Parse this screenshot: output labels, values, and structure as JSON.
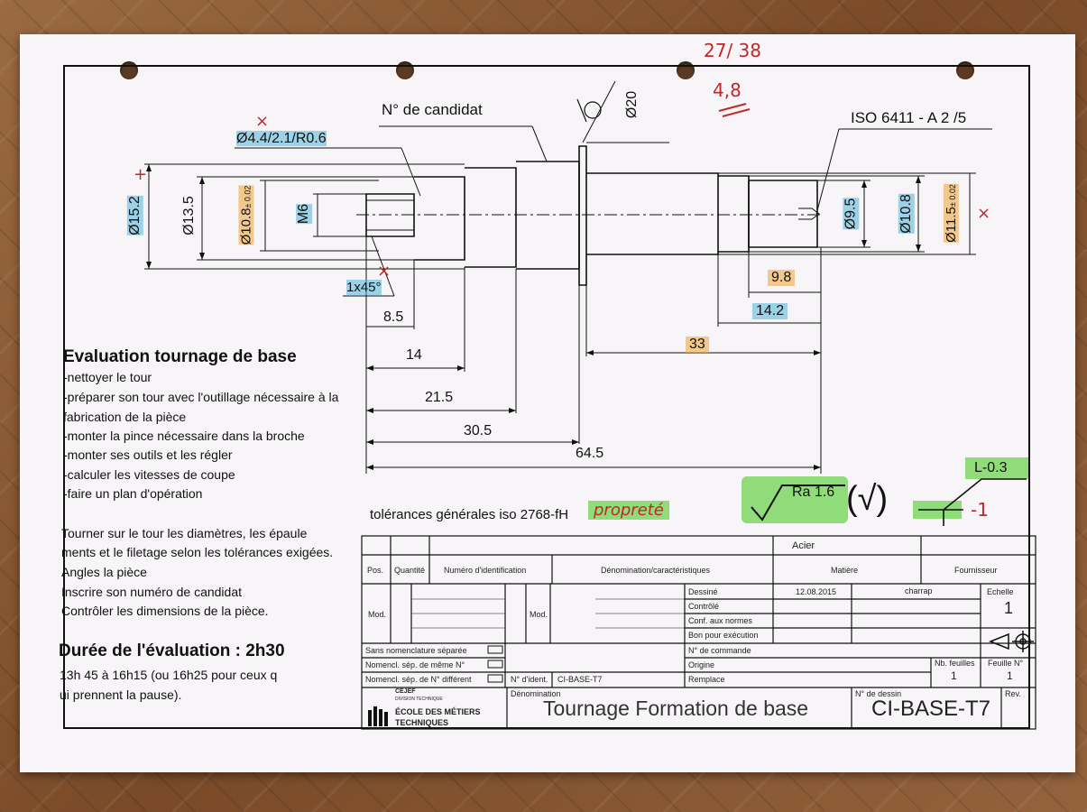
{
  "grade": {
    "score": "27/ 38",
    "mark": "4,8"
  },
  "drawing": {
    "candidate_label": "N° de candidat",
    "iso_label": "ISO 6411 - A 2 /5",
    "dia20": "Ø20",
    "hole_spec": "Ø4.4/2.1/R0.6",
    "dims_left": {
      "d152": "Ø15.2",
      "d135": "Ø13.5",
      "d108": "Ø10.8",
      "tol": "± 0.02",
      "m6": "M6"
    },
    "dims_right": {
      "d95": "Ø9.5",
      "d108": "Ø10.8",
      "d115": "Ø11.5",
      "tol": "± 0.02"
    },
    "chamfer": "1x45°",
    "lengths": {
      "l85": "8.5",
      "l14": "14",
      "l215": "21.5",
      "l305": "30.5",
      "l645": "64.5",
      "l33": "33",
      "l142": "14.2",
      "l98": "9.8"
    },
    "marks": {
      "x": "×",
      "plus": "+"
    },
    "tolerances": "tolérances générales iso 2768-fH",
    "proprete": "propreté",
    "roughness": "Ra 1.6",
    "roughness_paren": "(√)",
    "geo_tol": "L-0.3",
    "minus1": "-1"
  },
  "instructions": {
    "title": "Evaluation tournage de base",
    "items": [
      "-nettoyer le tour",
      "-préparer son tour avec l'outillage nécessaire à la",
      "fabrication de la pièce",
      "-monter la pince nécessaire dans la broche",
      "-monter ses outils et les régler",
      "-calculer les vitesses de coupe",
      "-faire un plan d'opération"
    ],
    "para": [
      "Tourner sur le tour les diamètres, les épaule",
      "ments et le filetage selon les tolérances exigées.",
      "Angles la pièce",
      "Inscrire son numéro de candidat",
      "Contrôler les dimensions de la pièce."
    ],
    "duration_title": "Durée de l'évaluation : 2h30",
    "duration_lines": [
      "13h 45 à 16h15 (ou 16h25 pour ceux q",
      "ui prennent la pause)."
    ]
  },
  "title_block": {
    "material": "Acier",
    "headers": {
      "pos": "Pos.",
      "qty": "Quantité",
      "ident": "Numéro d'identification",
      "denom": "Dénomination/caractéristiques",
      "matiere": "Matière",
      "fournisseur": "Fournisseur"
    },
    "mod": "Mod.",
    "rows": {
      "dessine": "Dessiné",
      "controle": "Contrôlé",
      "conf": "Conf. aux normes",
      "bon": "Bon pour exécution",
      "commande": "N° de commande",
      "origine": "Origine",
      "remplace": "Remplace"
    },
    "date": "12.08.2015",
    "author": "charrap",
    "echelle_label": "Echelle",
    "echelle": "1",
    "nomencl1": "Sans nomenclature séparée",
    "nomencl2": "Nomencl. sép. de même N°",
    "nomencl3": "Nomencl. sép. de N° différent",
    "nident_label": "N° d'ident.",
    "nident": "CI-BASE-T7",
    "nb_feuilles_label": "Nb. feuilles",
    "nb_feuilles": "1",
    "feuille_label": "Feuille N°",
    "feuille": "1",
    "cejef": "CEJEF",
    "division": "DIVISION TECHNIQUE",
    "school1": "ÉCOLE DES MÉTIERS",
    "school2": "TECHNIQUES",
    "denomination_label": "Dénomination",
    "denomination": "Tournage Formation de base",
    "ndessin_label": "N° de dessin",
    "ndessin": "CI-BASE-T7",
    "rev": "Rev."
  }
}
